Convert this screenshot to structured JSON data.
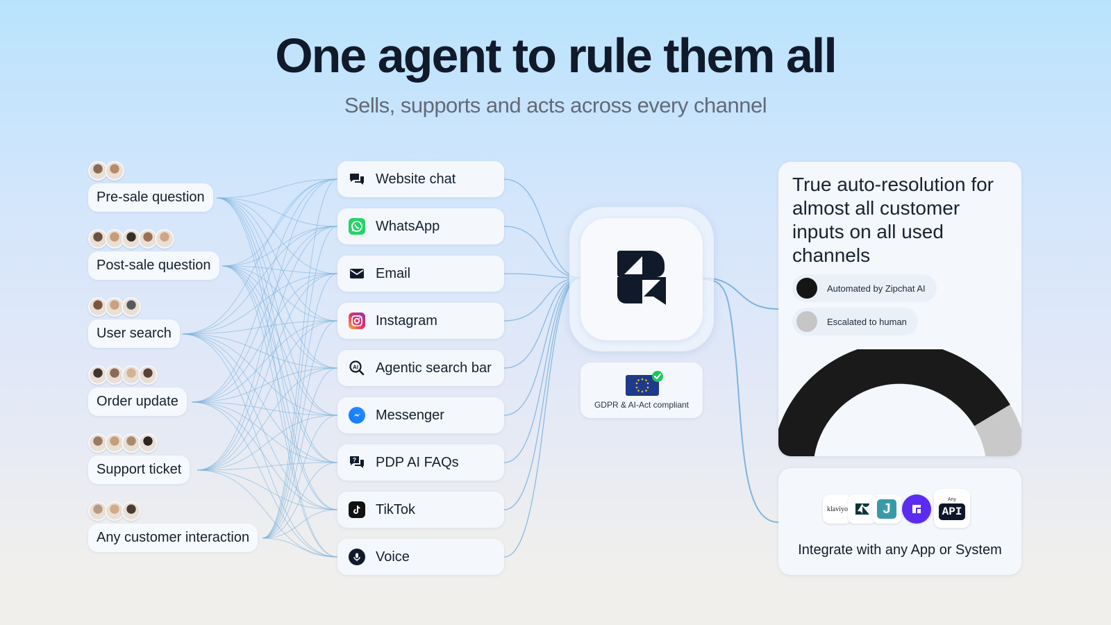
{
  "header": {
    "title": "One agent to rule them all",
    "subtitle": "Sells, supports and acts across every channel"
  },
  "intents": [
    {
      "label": "Pre-sale question",
      "avatar_colors": [
        "#8a6b55",
        "#b88a6a"
      ]
    },
    {
      "label": "Post-sale question",
      "avatar_colors": [
        "#6b5040",
        "#c79a78",
        "#3a2e28",
        "#9a6f55",
        "#d0a588"
      ]
    },
    {
      "label": "User search",
      "avatar_colors": [
        "#7a5640",
        "#c9a080",
        "#555a60"
      ]
    },
    {
      "label": "Order update",
      "avatar_colors": [
        "#3d3430",
        "#8c6a55",
        "#d4b292",
        "#5b3f35"
      ]
    },
    {
      "label": "Support ticket",
      "avatar_colors": [
        "#9b7a62",
        "#c79d7a",
        "#a88a70",
        "#2d2522"
      ]
    },
    {
      "label": "Any customer interaction",
      "avatar_colors": [
        "#b89a86",
        "#d4a98a",
        "#4a3c34"
      ]
    }
  ],
  "channels": [
    {
      "label": "Website chat",
      "icon": "chat-bubbles-icon"
    },
    {
      "label": "WhatsApp",
      "icon": "whatsapp-icon"
    },
    {
      "label": "Email",
      "icon": "email-icon"
    },
    {
      "label": "Instagram",
      "icon": "instagram-icon"
    },
    {
      "label": "Agentic search bar",
      "icon": "ai-search-icon"
    },
    {
      "label": "Messenger",
      "icon": "messenger-icon"
    },
    {
      "label": "PDP AI FAQs",
      "icon": "faq-icon"
    },
    {
      "label": "TikTok",
      "icon": "tiktok-icon"
    },
    {
      "label": "Voice",
      "icon": "voice-icon"
    }
  ],
  "hub": {
    "logo": "zipchat-logo-icon"
  },
  "compliance": {
    "label": "GDPR & AI-Act compliant",
    "icon": "eu-flag-icon"
  },
  "resolution": {
    "title": "True auto-resolution for almost all customer inputs on all used channels",
    "legend": [
      {
        "label": "Automated by Zipchat AI",
        "color": "#151515"
      },
      {
        "label": "Escalated to human",
        "color": "#c6c6c6"
      }
    ]
  },
  "integrations": {
    "label": "Integrate with any App or System",
    "logos": [
      {
        "name": "klaviyo-logo-icon",
        "text": "klaviyo"
      },
      {
        "name": "zendesk-logo-icon",
        "text": ""
      },
      {
        "name": "j-logo-icon",
        "text": "J"
      },
      {
        "name": "frontapp-logo-icon",
        "text": ""
      },
      {
        "name": "api-logo-icon",
        "text": "API",
        "caption": "Any"
      }
    ]
  },
  "colors": {
    "link_line": "#74aedb",
    "title": "#111a2b",
    "hub_logo": "#111a2b"
  }
}
